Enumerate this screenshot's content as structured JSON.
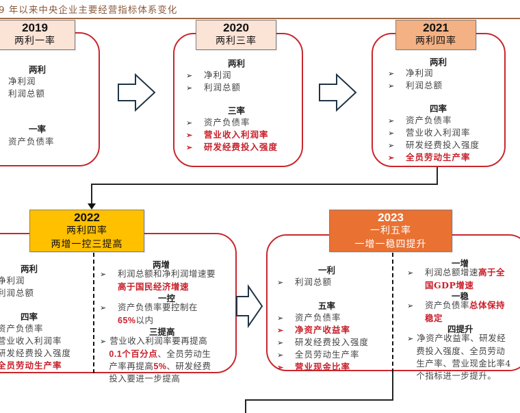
{
  "title": "9 年以来中央企业主要经营指标体系变化",
  "stages": {
    "y2019": {
      "year": "2019",
      "label": "两利一率",
      "sec1": "两利",
      "sec1_items": [
        "净利润",
        "利润总额"
      ],
      "sec2": "一率",
      "sec2_items": [
        "资产负债率"
      ]
    },
    "y2020": {
      "year": "2020",
      "label": "两利三率",
      "sec1": "两利",
      "sec1_items": [
        "净利润",
        "利润总额"
      ],
      "sec2": "三率",
      "sec2_items": [
        "资产负债率",
        "营业收入利润率",
        "研发经费投入强度"
      ],
      "highlighted": [
        "营业收入利润率",
        "研发经费投入强度"
      ]
    },
    "y2021": {
      "year": "2021",
      "label": "两利四率",
      "sec1": "两利",
      "sec1_items": [
        "净利润",
        "利润总额"
      ],
      "sec2": "四率",
      "sec2_items": [
        "资产负债率",
        "营业收入利润率",
        "研发经费投入强度",
        "全员劳动生产率"
      ],
      "highlighted": [
        "全员劳动生产率"
      ]
    },
    "y2022": {
      "year": "2022",
      "label": "两利四率",
      "label2": "两增一控三提高",
      "sec1": "两利",
      "sec1_items": [
        "净利润",
        "利润总额"
      ],
      "sec2": "四率",
      "sec2_items": [
        "资产负债率",
        "营业收入利润率",
        "研发经费投入强度",
        "全员劳动生产率"
      ],
      "highlighted": [
        "全员劳动生产率"
      ],
      "right": {
        "h1": "两增",
        "h1_text": "利润总额和净利润增速要",
        "h1_red": "高于国民经济增速",
        "h2": "一控",
        "h2_text": "资产负债率要控制在",
        "h2_red": "65%",
        "h2_tail": "以内",
        "h3": "三提高",
        "h3_a": "营业收入利润率要再提高",
        "h3_red1": "0.1个百分点",
        "h3_b": "、全员劳动生",
        "h3_c": "产率再提高",
        "h3_red2": "5%",
        "h3_d": "、研发经费",
        "h3_e": "投入要进一步提高"
      }
    },
    "y2023": {
      "year": "2023",
      "label": "一利五率",
      "label2": "一增一稳四提升",
      "sec1": "一利",
      "sec1_items": [
        "利润总额"
      ],
      "sec2": "五率",
      "sec2_items": [
        "资产负债率",
        "净资产收益率",
        "研发经费投入强度",
        "全员劳动生产率",
        "营业现金比率"
      ],
      "highlighted": [
        "净资产收益率",
        "营业现金比率"
      ],
      "right": {
        "h1": "一增",
        "h1_text": "利润总额增速",
        "h1_red": "高于全",
        "h1_red2": "国GDP增速",
        "h2": "一稳",
        "h2_text": "资产负债率",
        "h2_red": "总体保持",
        "h2_red2": "稳定",
        "h3": "四提升",
        "h3_lines": [
          "净资产收益率、研发经",
          "费投入强度、全员劳动",
          "生产率、营业现金比率4",
          "个指标进一步提升。"
        ]
      }
    }
  },
  "bullet_glyph": "➢",
  "colors": {
    "panel_border": "#C8262C",
    "highlight": "#C8202A",
    "y2019": "#FBE3D6",
    "y2020": "#FBE3D6",
    "y2021": "#F4B183",
    "y2022": "#FFC000",
    "y2023": "#E97132"
  }
}
